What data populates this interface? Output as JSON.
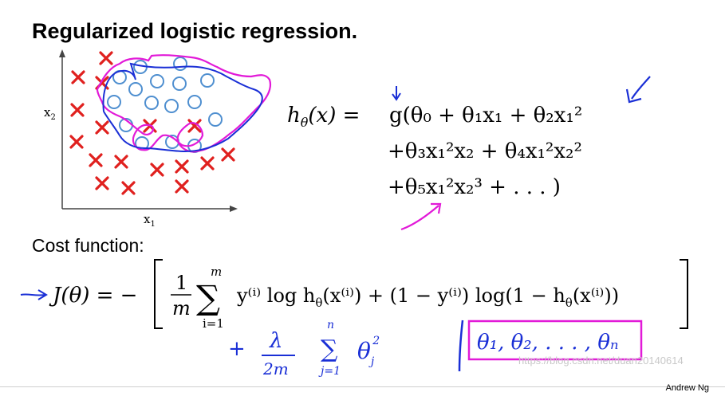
{
  "slide": {
    "title": "Regularized logistic regression.",
    "cost_label": "Cost function:",
    "footer": "Andrew Ng",
    "watermark": "https://blog.csdn.net/duan20140614"
  },
  "plot": {
    "xlabel": "x",
    "xlabel_sub": "1",
    "ylabel": "x",
    "ylabel_sub": "2"
  },
  "hypothesis": {
    "lhs": "h",
    "lhs_sub": "θ",
    "lhs_arg": "(x) =",
    "line1": "g(θ₀ + θ₁x₁ + θ₂x₁²",
    "line2": "+θ₃x₁²x₂ + θ₄x₁²x₂²",
    "line3": "+θ₅x₁²x₂³ + . . . )"
  },
  "cost": {
    "lhs": "J(θ) = −",
    "frac_num": "1",
    "frac_den": "m",
    "sum_top": "m",
    "sum_bottom": "i=1",
    "body": "y⁽ⁱ⁾ log h",
    "body_sub": "θ",
    "body2": "(x⁽ⁱ⁾) + (1 − y⁽ⁱ⁾) log(1 − h",
    "body3": "(x⁽ⁱ⁾))"
  },
  "handwritten": {
    "reg_plus": "+",
    "reg_num": "λ",
    "reg_den": "2m",
    "reg_sum_top": "n",
    "reg_sum_bottom": "j=1",
    "reg_theta": "θ",
    "reg_theta_sub": "j",
    "reg_theta_sup": "2",
    "box_text": "θ₁, θ₂, . . . , θₙ"
  },
  "colors": {
    "cross": "#e0201e",
    "circle": "#4f8fd0",
    "pen_blue": "#1a2fd6",
    "pen_magenta": "#e21ad8"
  }
}
